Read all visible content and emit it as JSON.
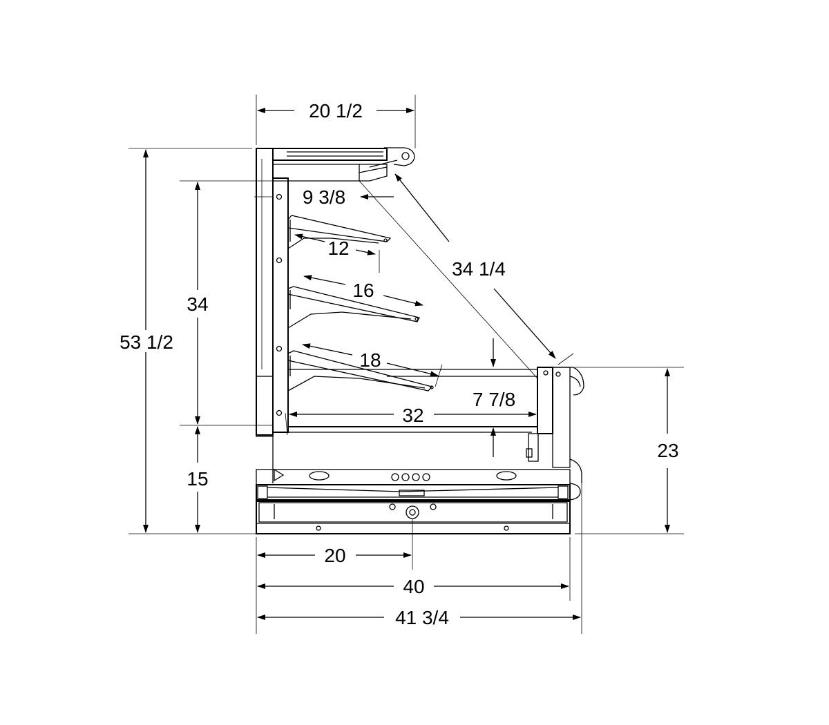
{
  "diagram": {
    "dimensions": {
      "top_width": "20 1/2",
      "shelf_offset": "9 3/8",
      "shelf_1": "12",
      "shelf_2": "16",
      "shelf_3": "18",
      "diagonal": "34 1/4",
      "display_height": "34",
      "overall_height": "53 1/2",
      "base_height": "15",
      "deck_depth": "32",
      "front_drop": "7 7/8",
      "front_height": "23",
      "center_depth": "20",
      "body_depth": "40",
      "overall_depth": "41 3/4"
    }
  }
}
